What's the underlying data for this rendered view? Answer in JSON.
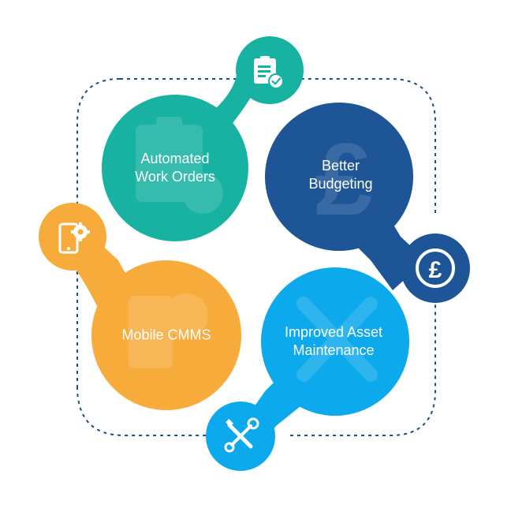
{
  "diagram": {
    "colors": {
      "teal": "#17B2A1",
      "navy": "#1D5597",
      "orange": "#F7AB3B",
      "blue": "#0CA9EC",
      "dash": "#1E4E7E",
      "ghost": "#ffffff"
    },
    "nodes": [
      {
        "id": "work-orders",
        "lines": [
          "Automated",
          "Work Orders"
        ],
        "icon": "clipboard-check-icon",
        "color": "teal"
      },
      {
        "id": "budgeting",
        "lines": [
          "Better",
          "Budgeting"
        ],
        "icon": "pound-icon",
        "color": "navy"
      },
      {
        "id": "mobile",
        "lines": [
          "Mobile CMMS"
        ],
        "icon": "mobile-gear-icon",
        "color": "orange"
      },
      {
        "id": "maintenance",
        "lines": [
          "Improved Asset",
          "Maintenance"
        ],
        "icon": "wrench-screwdriver-icon",
        "color": "blue"
      }
    ]
  }
}
